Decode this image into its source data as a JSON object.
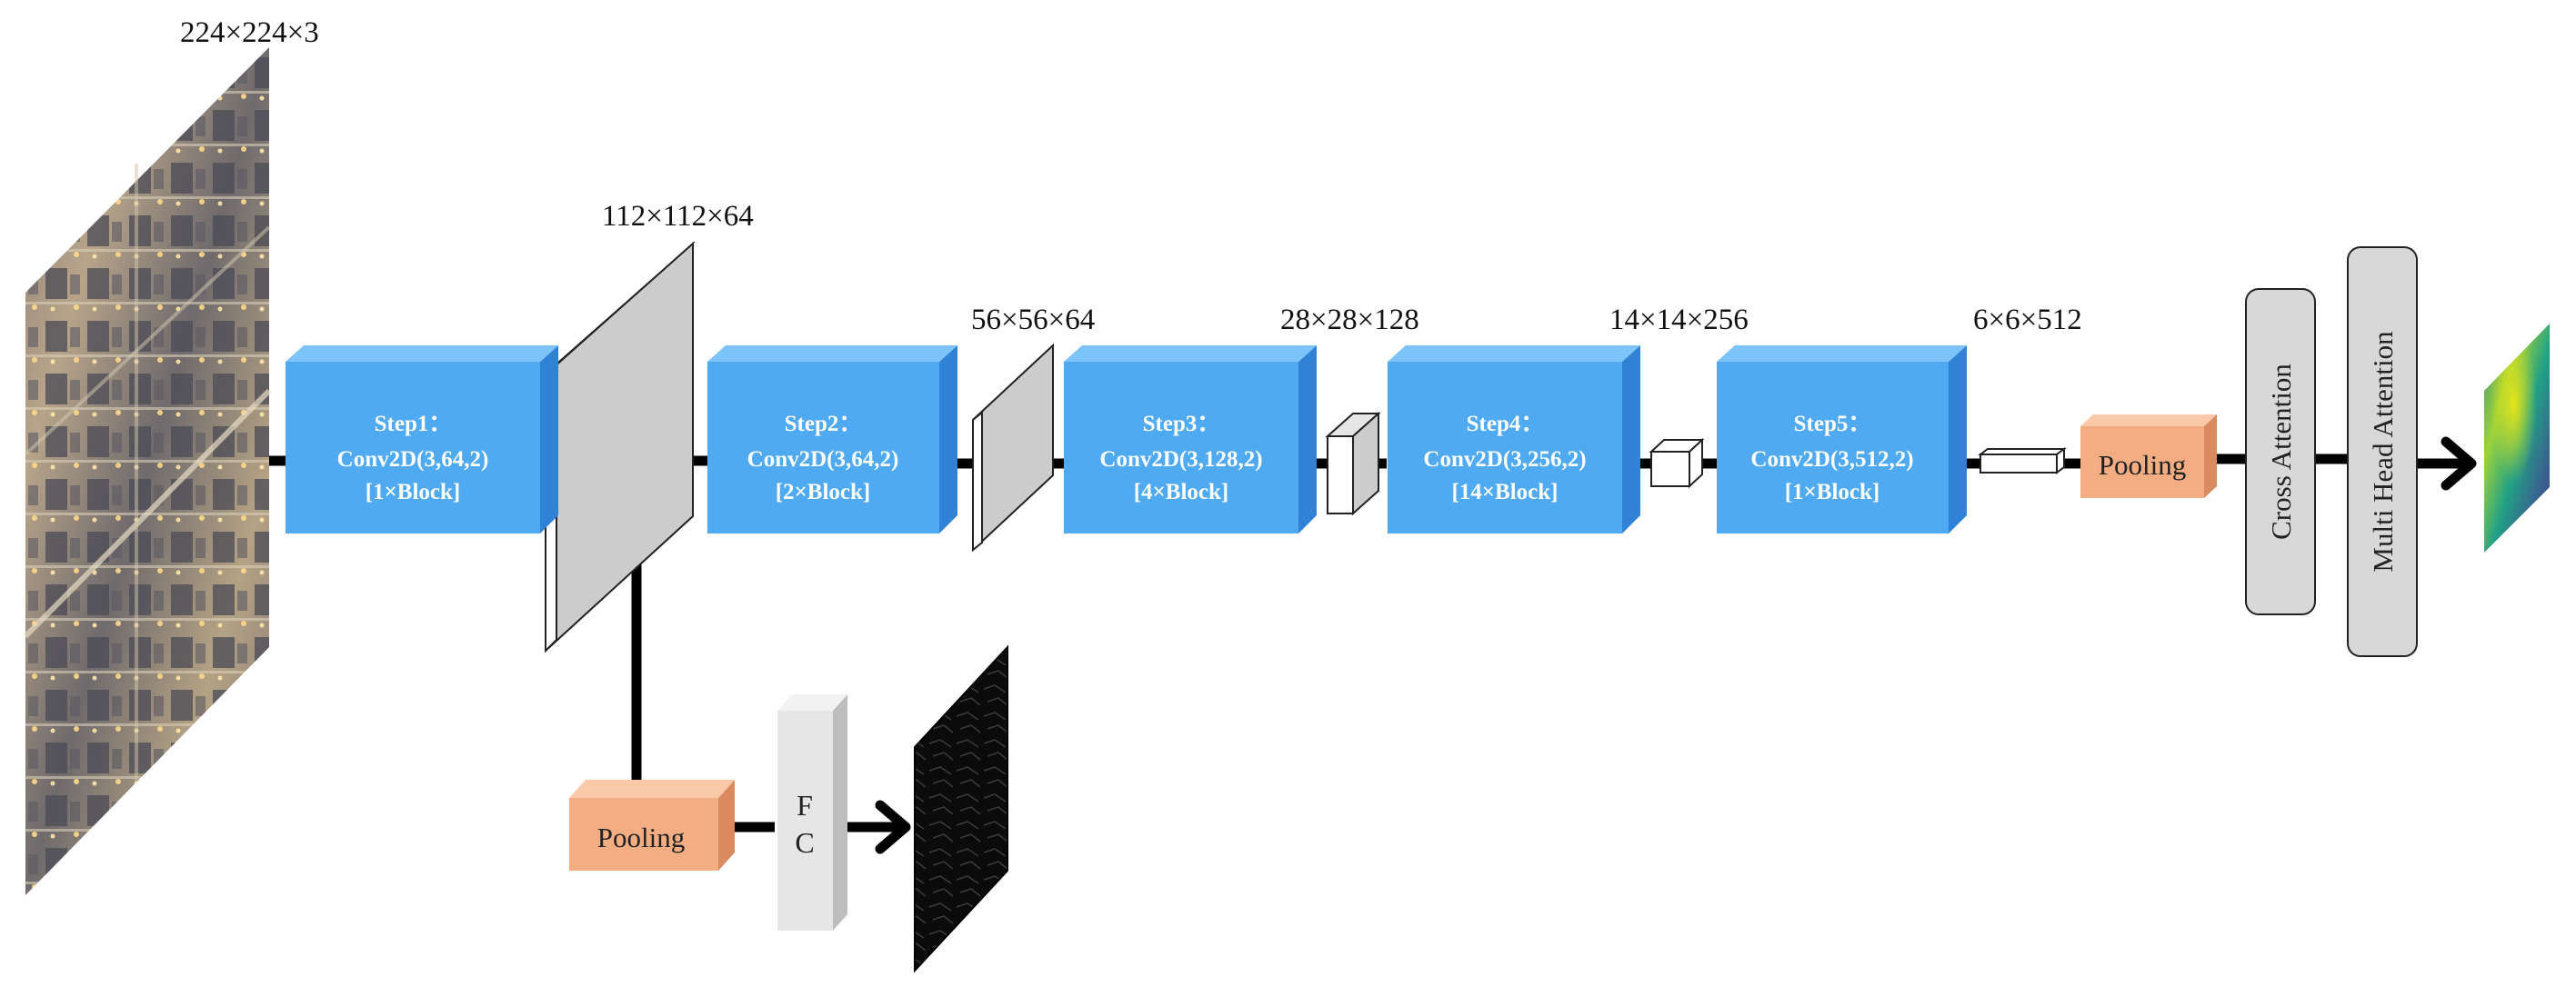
{
  "input": {
    "dims": "224×224×3"
  },
  "stem_output": {
    "dims": "112×112×64"
  },
  "steps": [
    {
      "title": "Step1：",
      "op": "Conv2D(3,64,2)",
      "blocks": "[1×Block]",
      "out_dims": ""
    },
    {
      "title": "Step2：",
      "op": "Conv2D(3,64,2)",
      "blocks": "[2×Block]",
      "out_dims": "56×56×64"
    },
    {
      "title": "Step3：",
      "op": "Conv2D(3,128,2)",
      "blocks": "[4×Block]",
      "out_dims": "28×28×128"
    },
    {
      "title": "Step4：",
      "op": "Conv2D(3,256,2)",
      "blocks": "[14×Block]",
      "out_dims": "14×14×256"
    },
    {
      "title": "Step5：",
      "op": "Conv2D(3,512,2)",
      "blocks": "[1×Block]",
      "out_dims": "6×6×512"
    }
  ],
  "branch": {
    "pooling_label": "Pooling",
    "fc_line1": "F",
    "fc_line2": "C"
  },
  "head": {
    "pooling_label": "Pooling",
    "cross_attention_label": "Cross Attention",
    "multi_head_attention_label": "Multi Head Attention"
  },
  "colors": {
    "step_front": "#4faaf2",
    "step_side": "#2f82d6",
    "step_top": "#7cc3f7",
    "pool_front": "#f3ad82",
    "pool_side": "#d98a5e",
    "pool_top": "#f9c9a8",
    "feature_map": "#cccccc",
    "attention_box": "#d8d8d8",
    "fc_block": "#e6e6e6"
  }
}
